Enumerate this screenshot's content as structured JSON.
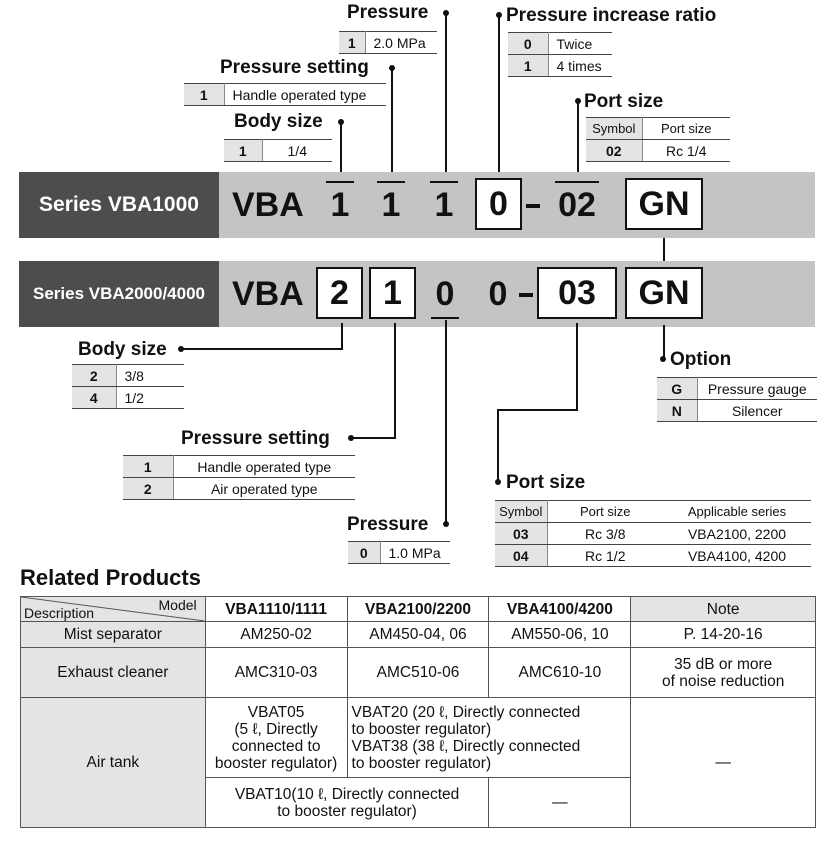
{
  "vba1000": {
    "series_label": "Series VBA1000",
    "code_prefix": "VBA",
    "codes": [
      "1",
      "1",
      "1",
      "0",
      "02",
      "GN"
    ],
    "pressure": {
      "title": "Pressure",
      "rows": [
        [
          "1",
          "2.0 MPa"
        ]
      ]
    },
    "pressure_increase_ratio": {
      "title": "Pressure increase ratio",
      "rows": [
        [
          "0",
          "Twice"
        ],
        [
          "1",
          "4 times"
        ]
      ]
    },
    "pressure_setting": {
      "title": "Pressure setting",
      "rows": [
        [
          "1",
          "Handle operated type"
        ]
      ]
    },
    "body_size": {
      "title": "Body size",
      "rows": [
        [
          "1",
          "1/4"
        ]
      ]
    },
    "port_size": {
      "title": "Port size",
      "headers": [
        "Symbol",
        "Port size"
      ],
      "rows": [
        [
          "02",
          "Rc 1/4"
        ]
      ]
    }
  },
  "vba2000": {
    "series_label": "Series VBA2000/4000",
    "code_prefix": "VBA",
    "codes": [
      "2",
      "1",
      "0",
      "0",
      "03",
      "GN"
    ],
    "body_size": {
      "title": "Body size",
      "rows": [
        [
          "2",
          "3/8"
        ],
        [
          "4",
          "1/2"
        ]
      ]
    },
    "option": {
      "title": "Option",
      "rows": [
        [
          "G",
          "Pressure gauge"
        ],
        [
          "N",
          "Silencer"
        ]
      ]
    },
    "pressure_setting": {
      "title": "Pressure setting",
      "rows": [
        [
          "1",
          "Handle operated type"
        ],
        [
          "2",
          "Air operated type"
        ]
      ]
    },
    "port_size": {
      "title": "Port size",
      "headers": [
        "Symbol",
        "Port size",
        "Applicable series"
      ],
      "rows": [
        [
          "03",
          "Rc 3/8",
          "VBA2100, 2200"
        ],
        [
          "04",
          "Rc 1/2",
          "VBA4100, 4200"
        ]
      ]
    },
    "pressure": {
      "title": "Pressure",
      "rows": [
        [
          "0",
          "1.0 MPa"
        ]
      ]
    }
  },
  "related": {
    "title": "Related Products",
    "corner_model": "Model",
    "corner_description": "Description",
    "columns": [
      "VBA1110/1111",
      "VBA2100/2200",
      "VBA4100/4200",
      "Note"
    ],
    "mist": {
      "label": "Mist separator",
      "cells": [
        "AM250-02",
        "AM450-04, 06",
        "AM550-06, 10",
        "P. 14-20-16"
      ]
    },
    "exhaust": {
      "label": "Exhaust cleaner",
      "cells": [
        "AMC310-03",
        "AMC510-06",
        "AMC610-10"
      ],
      "note_lines": [
        "35 dB or more",
        "of noise reduction"
      ]
    },
    "airtank": {
      "label": "Air tank",
      "vbat05_lines": [
        "VBAT05",
        "(5 ℓ, Directly",
        "connected to",
        "booster regulator)"
      ],
      "vbat20_lines": [
        "VBAT20 (20 ℓ, Directly connected",
        "to booster regulator)"
      ],
      "vbat38_lines": [
        "VBAT38 (38 ℓ, Directly connected",
        "to booster regulator)"
      ],
      "vbat10_lines": [
        "VBAT10(10 ℓ, Directly connected",
        "to booster regulator)"
      ],
      "dash_mid": "—",
      "dash_note": "—"
    }
  }
}
